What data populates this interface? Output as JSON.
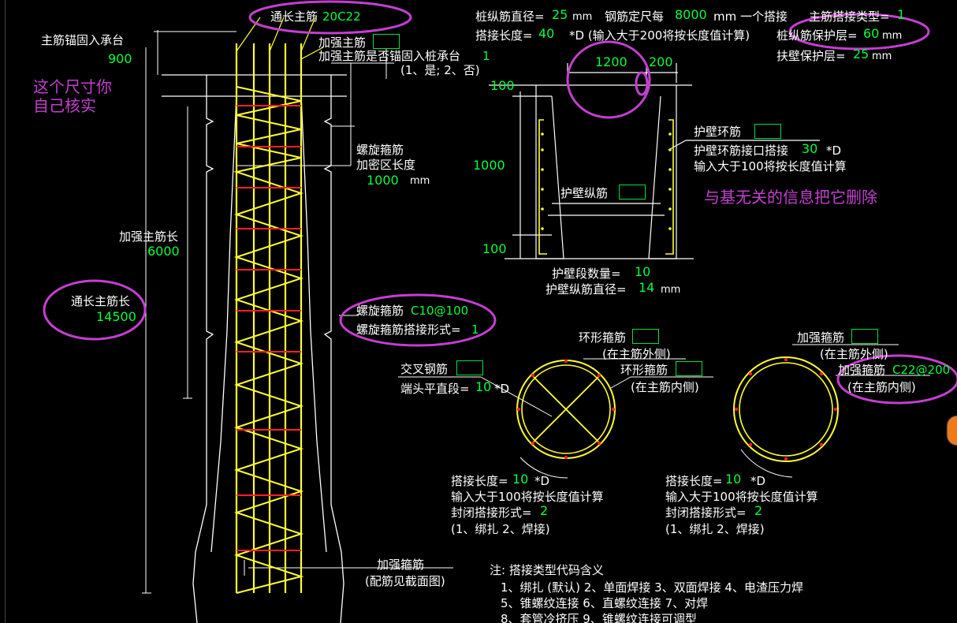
{
  "labels": {
    "main_bar_anchor": "主筋锚固入承台",
    "main_bar_anchor_value": "900",
    "note_check_dim_1": "这个尺寸你",
    "note_check_dim_2": "自己核实",
    "full_main_bar": "通长主筋",
    "full_main_bar_value": "20C22",
    "reinforce_main_bar": "加强主筋",
    "reinforce_anchor_q": "加强主筋是否锚固入桩承台",
    "reinforce_anchor_value": "1",
    "reinforce_anchor_options": "(1、是; 2、否)",
    "spiral_dense_1": "螺旋箍筋",
    "spiral_dense_2": "加密区长度",
    "spiral_dense_value": "1000",
    "unit_mm": "mm",
    "reinforce_len": "加强主筋长",
    "reinforce_len_value": "6000",
    "full_len": "通长主筋长",
    "full_len_value": "14500",
    "spiral_stirrup": "螺旋箍筋",
    "spiral_stirrup_value": "C10@100",
    "spiral_lap_form": "螺旋箍筋搭接形式=",
    "spiral_lap_form_value": "1",
    "reinforce_stirrup": "加强箍筋",
    "reinforce_stirrup_note": "(配筋见截面图)"
  },
  "top": {
    "pile_bar_dia": "桩纵筋直径=",
    "pile_bar_dia_value": "25",
    "bar_length_prefix": "钢筋定尺每",
    "bar_length_value": "8000",
    "bar_length_suffix": "mm 一个搭接",
    "lap_type": "主筋搭接类型=",
    "lap_type_value": "1",
    "lap_length": "搭接长度=",
    "lap_length_value": "40",
    "lap_length_note": "*D (输入大于200将按长度值计算)",
    "cover": "桩纵筋保护层=",
    "cover_value": "60",
    "wall_cover": "扶壁保护层=",
    "wall_cover_value": "25",
    "unit_mm": "mm"
  },
  "wall": {
    "dim_1200": "1200",
    "dim_200": "200",
    "dim_100_top": "100",
    "dim_1000": "1000",
    "dim_100_bottom": "100",
    "ring_bar": "护壁环筋",
    "ring_lap": "护壁环筋接口搭接",
    "ring_lap_value": "30",
    "ring_lap_unit": "*D",
    "ring_lap_note": "输入大于100将按长度值计算",
    "long_bar": "护壁纵筋",
    "segment_count": "护壁段数量=",
    "segment_count_value": "10",
    "long_bar_dia": "护壁纵筋直径=",
    "long_bar_dia_value": "14",
    "unit_mm": "mm",
    "delete_note": "与基无关的信息把它删除"
  },
  "section1": {
    "ring_bar": "环形箍筋",
    "ring_outside": "(在主筋外侧)",
    "ring_bar_inner": "环形箍筋",
    "ring_inside": "(在主筋内侧)",
    "cross_bar": "交叉钢筋",
    "end_straight": "端头平直段=",
    "end_straight_value": "10",
    "end_straight_unit": "*D",
    "lap_len": "搭接长度=",
    "lap_len_value": "10",
    "lap_unit": "*D",
    "lap_note": "输入大于100将按长度值计算",
    "closed_form": "封闭搭接形式=",
    "closed_form_value": "2",
    "closed_options": "(1、绑扎   2、焊接)"
  },
  "section2": {
    "reinforce_stirrup": "加强箍筋",
    "outside": "(在主筋外侧)",
    "reinforce_stirrup_inner": "加强箍筋",
    "reinforce_stirrup_inner_value": "C22@200",
    "inside": "(在主筋内侧)",
    "lap_len": "搭接长度=",
    "lap_len_value": "10",
    "lap_unit": "*D",
    "lap_note": "输入大于100将按长度值计算",
    "closed_form": "封闭搭接形式=",
    "closed_form_value": "2",
    "closed_options": "(1、绑扎   2、焊接)"
  },
  "notes": {
    "title": "注: 搭接类型代码含义",
    "line1": "1、绑扎 (默认)    2、单面焊接    3、双面焊接    4、电渣压力焊",
    "line2": "5、锥螺纹连接    6、直螺纹连接    7、对焊",
    "line3": "8、套管冷挤压    9、锥螺纹连接可调型"
  },
  "colors": {
    "bg": "#000000",
    "value_green": "#00ff3c",
    "rebar_yellow": "#ffff33",
    "stirrup_red": "#ff2020",
    "annotation_magenta": "#c43fd0",
    "line_white": "#ffffff"
  }
}
